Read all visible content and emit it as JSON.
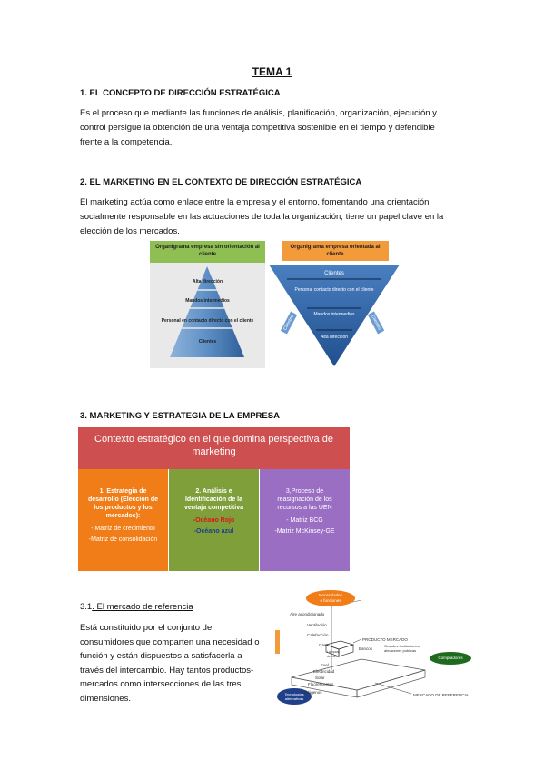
{
  "doc": {
    "title": "TEMA 1",
    "s1": {
      "heading": "1. EL CONCEPTO DE DIRECCIÓN ESTRATÉGICA",
      "lines": [
        "Es el proceso que mediante las funciones de análisis, planificación, organización, ejecución y",
        "control persigue la obtención de una ventaja competitiva sostenible en el tiempo y defendible",
        "frente a la competencia."
      ]
    },
    "s2": {
      "heading": "2. EL MARKETING EN EL CONTEXTO DE DIRECCIÓN ESTRATÉGICA",
      "lines": [
        "El marketing actúa como enlace entre la empresa y el entorno, fomentando una orientación",
        "socialmente responsable en las actuaciones de toda la organización; tiene un papel clave en la",
        "elección de los mercados."
      ]
    },
    "org_left": {
      "header_lines": [
        "Organigrama empresa sin orientación al",
        "cliente"
      ],
      "levels": [
        "Alta dirección",
        "Mandos intermedios",
        "Personal en contacto directo con el cliente",
        "Clientes"
      ]
    },
    "org_right": {
      "header": "Organigrama empresa orientada al cliente",
      "levels": [
        "Clientes",
        "Personal contacto directo con el cliente",
        "Mandos intermedios",
        "Alta dirección"
      ],
      "side_left": "Clientes",
      "side_right": "Clientes"
    },
    "s3": {
      "heading": "3. MARKETING Y ESTRATEGIA DE LA EMPRESA",
      "banner_lines": [
        "Contexto estratégico en el que domina perspectiva de",
        "marketing"
      ],
      "box1": {
        "title_lines": [
          "1. Estrategia de",
          "desarrollo (Elección de",
          "los productos y los",
          "mercados):"
        ],
        "items": [
          "- Matriz de crecimiento",
          "-Matriz de consolidación"
        ]
      },
      "box2": {
        "title_lines": [
          "2. Análisis e",
          "Identificación de la",
          "ventaja competitiva"
        ],
        "items": [
          "-Océano Rojo",
          "-Océano azul"
        ]
      },
      "box3": {
        "title_lines": [
          "3,Proceso de",
          "reasignación de los",
          "recursos a las UEN"
        ],
        "items": [
          "- Matriz BCG",
          "-Matriz McKinsey-GE"
        ]
      }
    },
    "s31": {
      "number": "3.1",
      "title": ". El mercado de referencia",
      "lines": [
        "Está constituido por el conjunto de",
        "consumidores que comparten una necesidad o",
        "función y están dispuestos a satisfacerla a",
        "través del intercambio. Hay tantos productos-",
        "mercados como intersecciones de las tres",
        "dimensiones."
      ]
    },
    "market_diagram": {
      "top_node": [
        "Necesidades",
        "o funciones"
      ],
      "left_node": [
        "Tecnologías",
        "alternativas"
      ],
      "right_node": "Compradores",
      "product_market": "PRODUCTO MERCADO",
      "reference_market": "MERCADO DE REFERENCIA",
      "functions": [
        "Aire acondicionado",
        "Ventilación",
        "Calefacción"
      ],
      "tech": [
        "Gas",
        "Fuel",
        "Electricidad",
        "Solar",
        "Fluorescentes",
        "Halógenos"
      ],
      "buyers": [
        "Lámpara de mesa",
        "Bancos",
        "Grandes  Instituciones",
        "almacenes  públicas"
      ]
    },
    "colors": {
      "green_header": "#8fbf52",
      "orange_header": "#f39a3a",
      "banner": "#cd4f4f",
      "box1": "#f07d17",
      "box2": "#7f9f3a",
      "box3": "#9a6fc3",
      "red_item": "#d9171a",
      "blue_item": "#1f3f8a"
    }
  }
}
